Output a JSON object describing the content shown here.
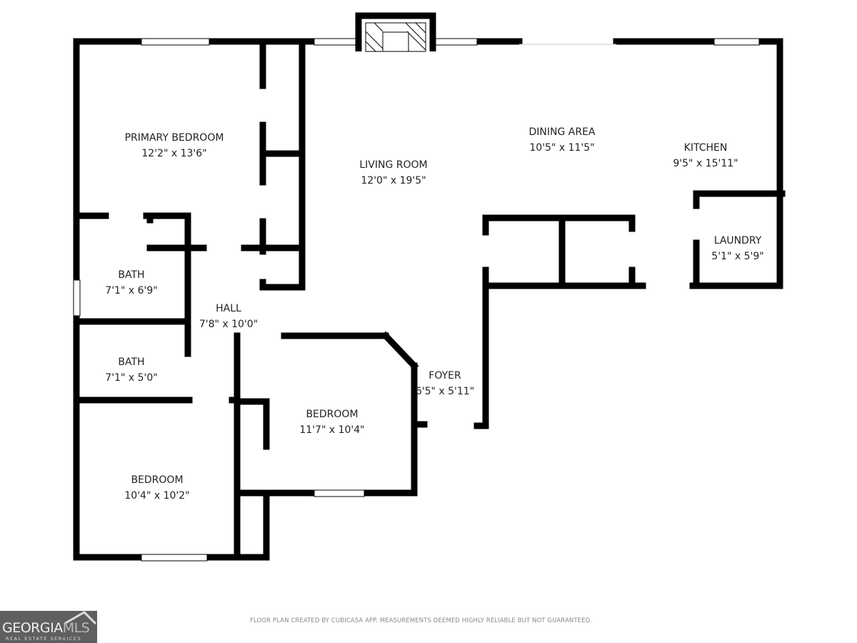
{
  "rooms": [
    {
      "name": "PRIMARY BEDROOM",
      "size": "12'2\" x 13'6\""
    },
    {
      "name": "LIVING ROOM",
      "size": "12'0\" x 19'5\""
    },
    {
      "name": "DINING AREA",
      "size": "10'5\" x 11'5\""
    },
    {
      "name": "KITCHEN",
      "size": "9'5\" x 15'11\""
    },
    {
      "name": "LAUNDRY",
      "size": "5'1\" x 5'9\""
    },
    {
      "name": "BATH",
      "size": "7'1\" x 6'9\""
    },
    {
      "name": "HALL",
      "size": "7'8\" x 10'0\""
    },
    {
      "name": "BATH",
      "size": "7'1\" x 5'0\""
    },
    {
      "name": "FOYER",
      "size": "6'5\" x 5'11\""
    },
    {
      "name": "BEDROOM",
      "size": "11'7\" x 10'4\""
    },
    {
      "name": "BEDROOM",
      "size": "10'4\" x 10'2\""
    }
  ],
  "footer": {
    "disclaimer": "FLOOR PLAN CREATED BY CUBICASA APP. MEASUREMENTS DEEMED HIGHLY RELIABLE BUT NOT GUARANTEED."
  },
  "logo": {
    "text_main": "GEORGIA",
    "text_accent": "MLS",
    "tagline": "REAL ESTATE SERVICES"
  },
  "colors": {
    "wall": "#000000",
    "background": "#ffffff",
    "logo_bg": "#5f5f5f"
  }
}
